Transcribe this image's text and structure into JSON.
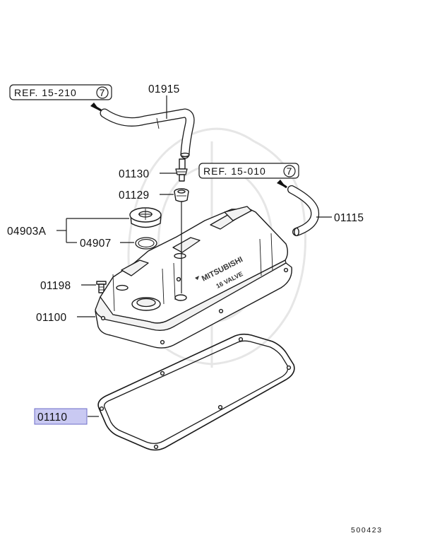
{
  "refs": [
    {
      "text": "REF. 15-210",
      "num": "7"
    },
    {
      "text": "REF. 15-010",
      "num": "7"
    }
  ],
  "parts": {
    "p01915": "01915",
    "p01130": "01130",
    "p01129": "01129",
    "p04903A": "04903A",
    "p04907": "04907",
    "p01115": "01115",
    "p01198": "01198",
    "p01100": "01100",
    "p01110": "01110"
  },
  "highlight_color": "#c9c9f2",
  "cover_text": {
    "brand": "MITSUBISHI",
    "valves": "16 VALVE"
  },
  "footer": "500423"
}
